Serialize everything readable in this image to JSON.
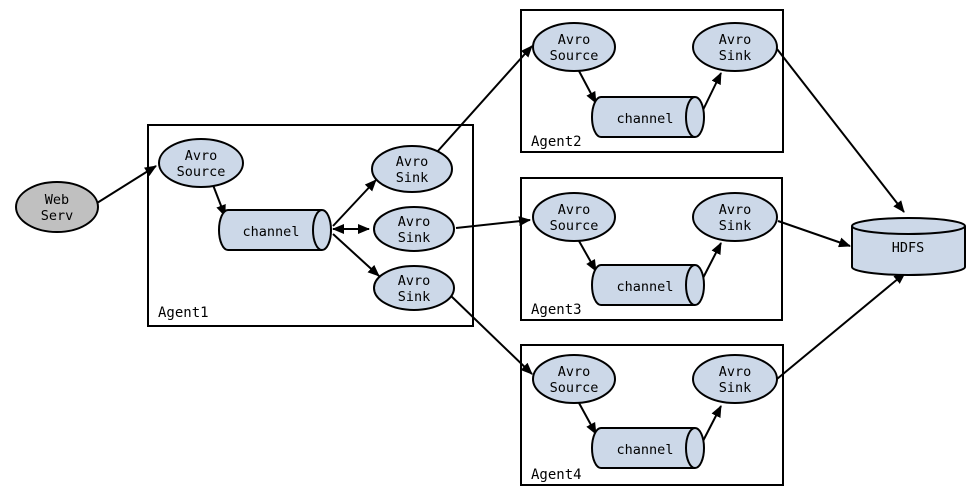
{
  "colors": {
    "node_fill": "#ccd8e8",
    "web_fill": "#c0c0c0",
    "stroke": "#000000",
    "background": "#ffffff"
  },
  "web_server": {
    "line1": "Web",
    "line2": "Serv"
  },
  "hdfs": {
    "label": "HDFS"
  },
  "agents": [
    {
      "name": "Agent1",
      "source": {
        "line1": "Avro",
        "line2": "Source"
      },
      "channel_label": "channel",
      "sinks": [
        {
          "line1": "Avro",
          "line2": "Sink"
        },
        {
          "line1": "Avro",
          "line2": "Sink"
        },
        {
          "line1": "Avro",
          "line2": "Sink"
        }
      ]
    },
    {
      "name": "Agent2",
      "source": {
        "line1": "Avro",
        "line2": "Source"
      },
      "channel_label": "channel",
      "sinks": [
        {
          "line1": "Avro",
          "line2": "Sink"
        }
      ]
    },
    {
      "name": "Agent3",
      "source": {
        "line1": "Avro",
        "line2": "Source"
      },
      "channel_label": "channel",
      "sinks": [
        {
          "line1": "Avro",
          "line2": "Sink"
        }
      ]
    },
    {
      "name": "Agent4",
      "source": {
        "line1": "Avro",
        "line2": "Source"
      },
      "channel_label": "channel",
      "sinks": [
        {
          "line1": "Avro",
          "line2": "Sink"
        }
      ]
    }
  ]
}
